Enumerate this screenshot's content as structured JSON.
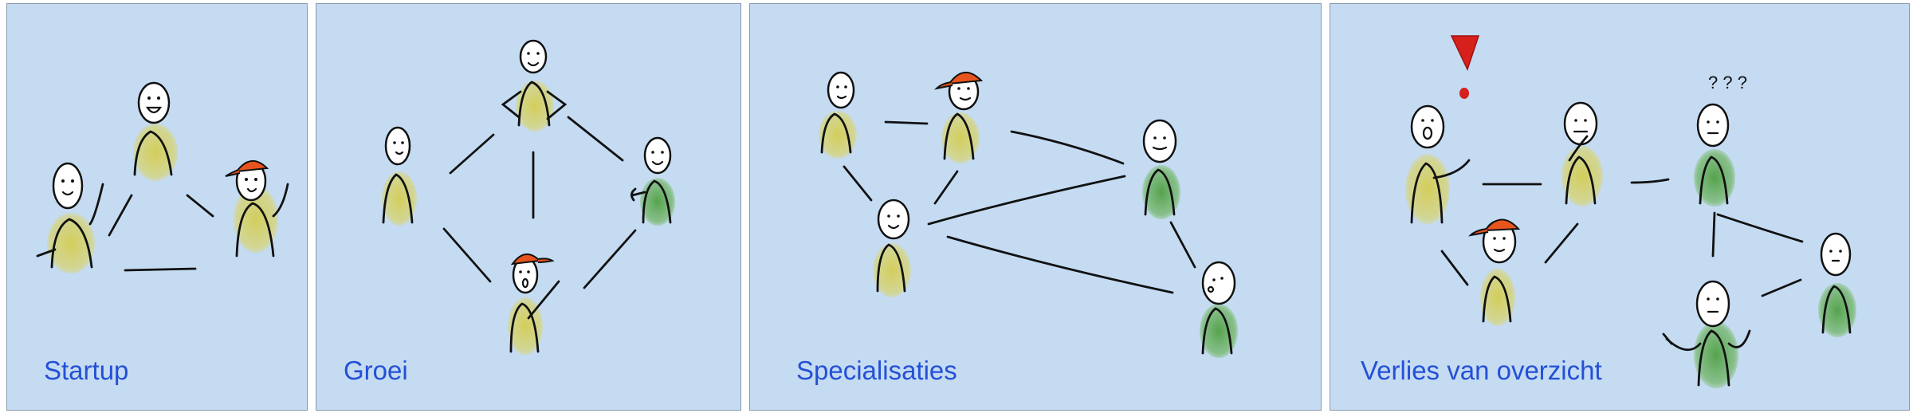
{
  "panels": [
    {
      "label": "Startup"
    },
    {
      "label": "Groei"
    },
    {
      "label": "Specialisaties"
    },
    {
      "label": "Verlies van overzicht"
    }
  ],
  "annotations": {
    "confusion": "? ? ?"
  },
  "colors": {
    "panel_bg": "#c4dbf2",
    "panel_border": "#8a9aab",
    "label_text": "#2450d6",
    "body_yellow": "#d6cf5a",
    "body_green": "#5caa4e",
    "cap_orange": "#e8541e",
    "alert_red": "#d6201c"
  }
}
